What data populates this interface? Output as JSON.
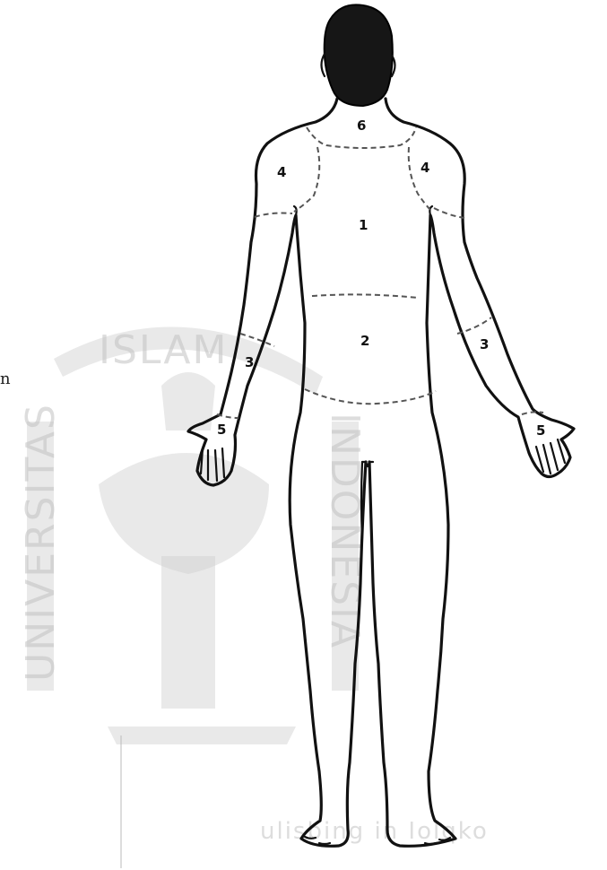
{
  "zone_labels": {
    "neck": "6",
    "shoulder_left": "4",
    "shoulder_right": "4",
    "upper_back": "1",
    "lower_back": "2",
    "forearm_left": "3",
    "forearm_right": "3",
    "hand_left": "5",
    "hand_right": "5"
  },
  "margin_text": "n",
  "watermark": {
    "arc_text": "UNIVERSITAS ISLAM INDONESIA",
    "footer_text": "ulisbing in Iolqko"
  }
}
